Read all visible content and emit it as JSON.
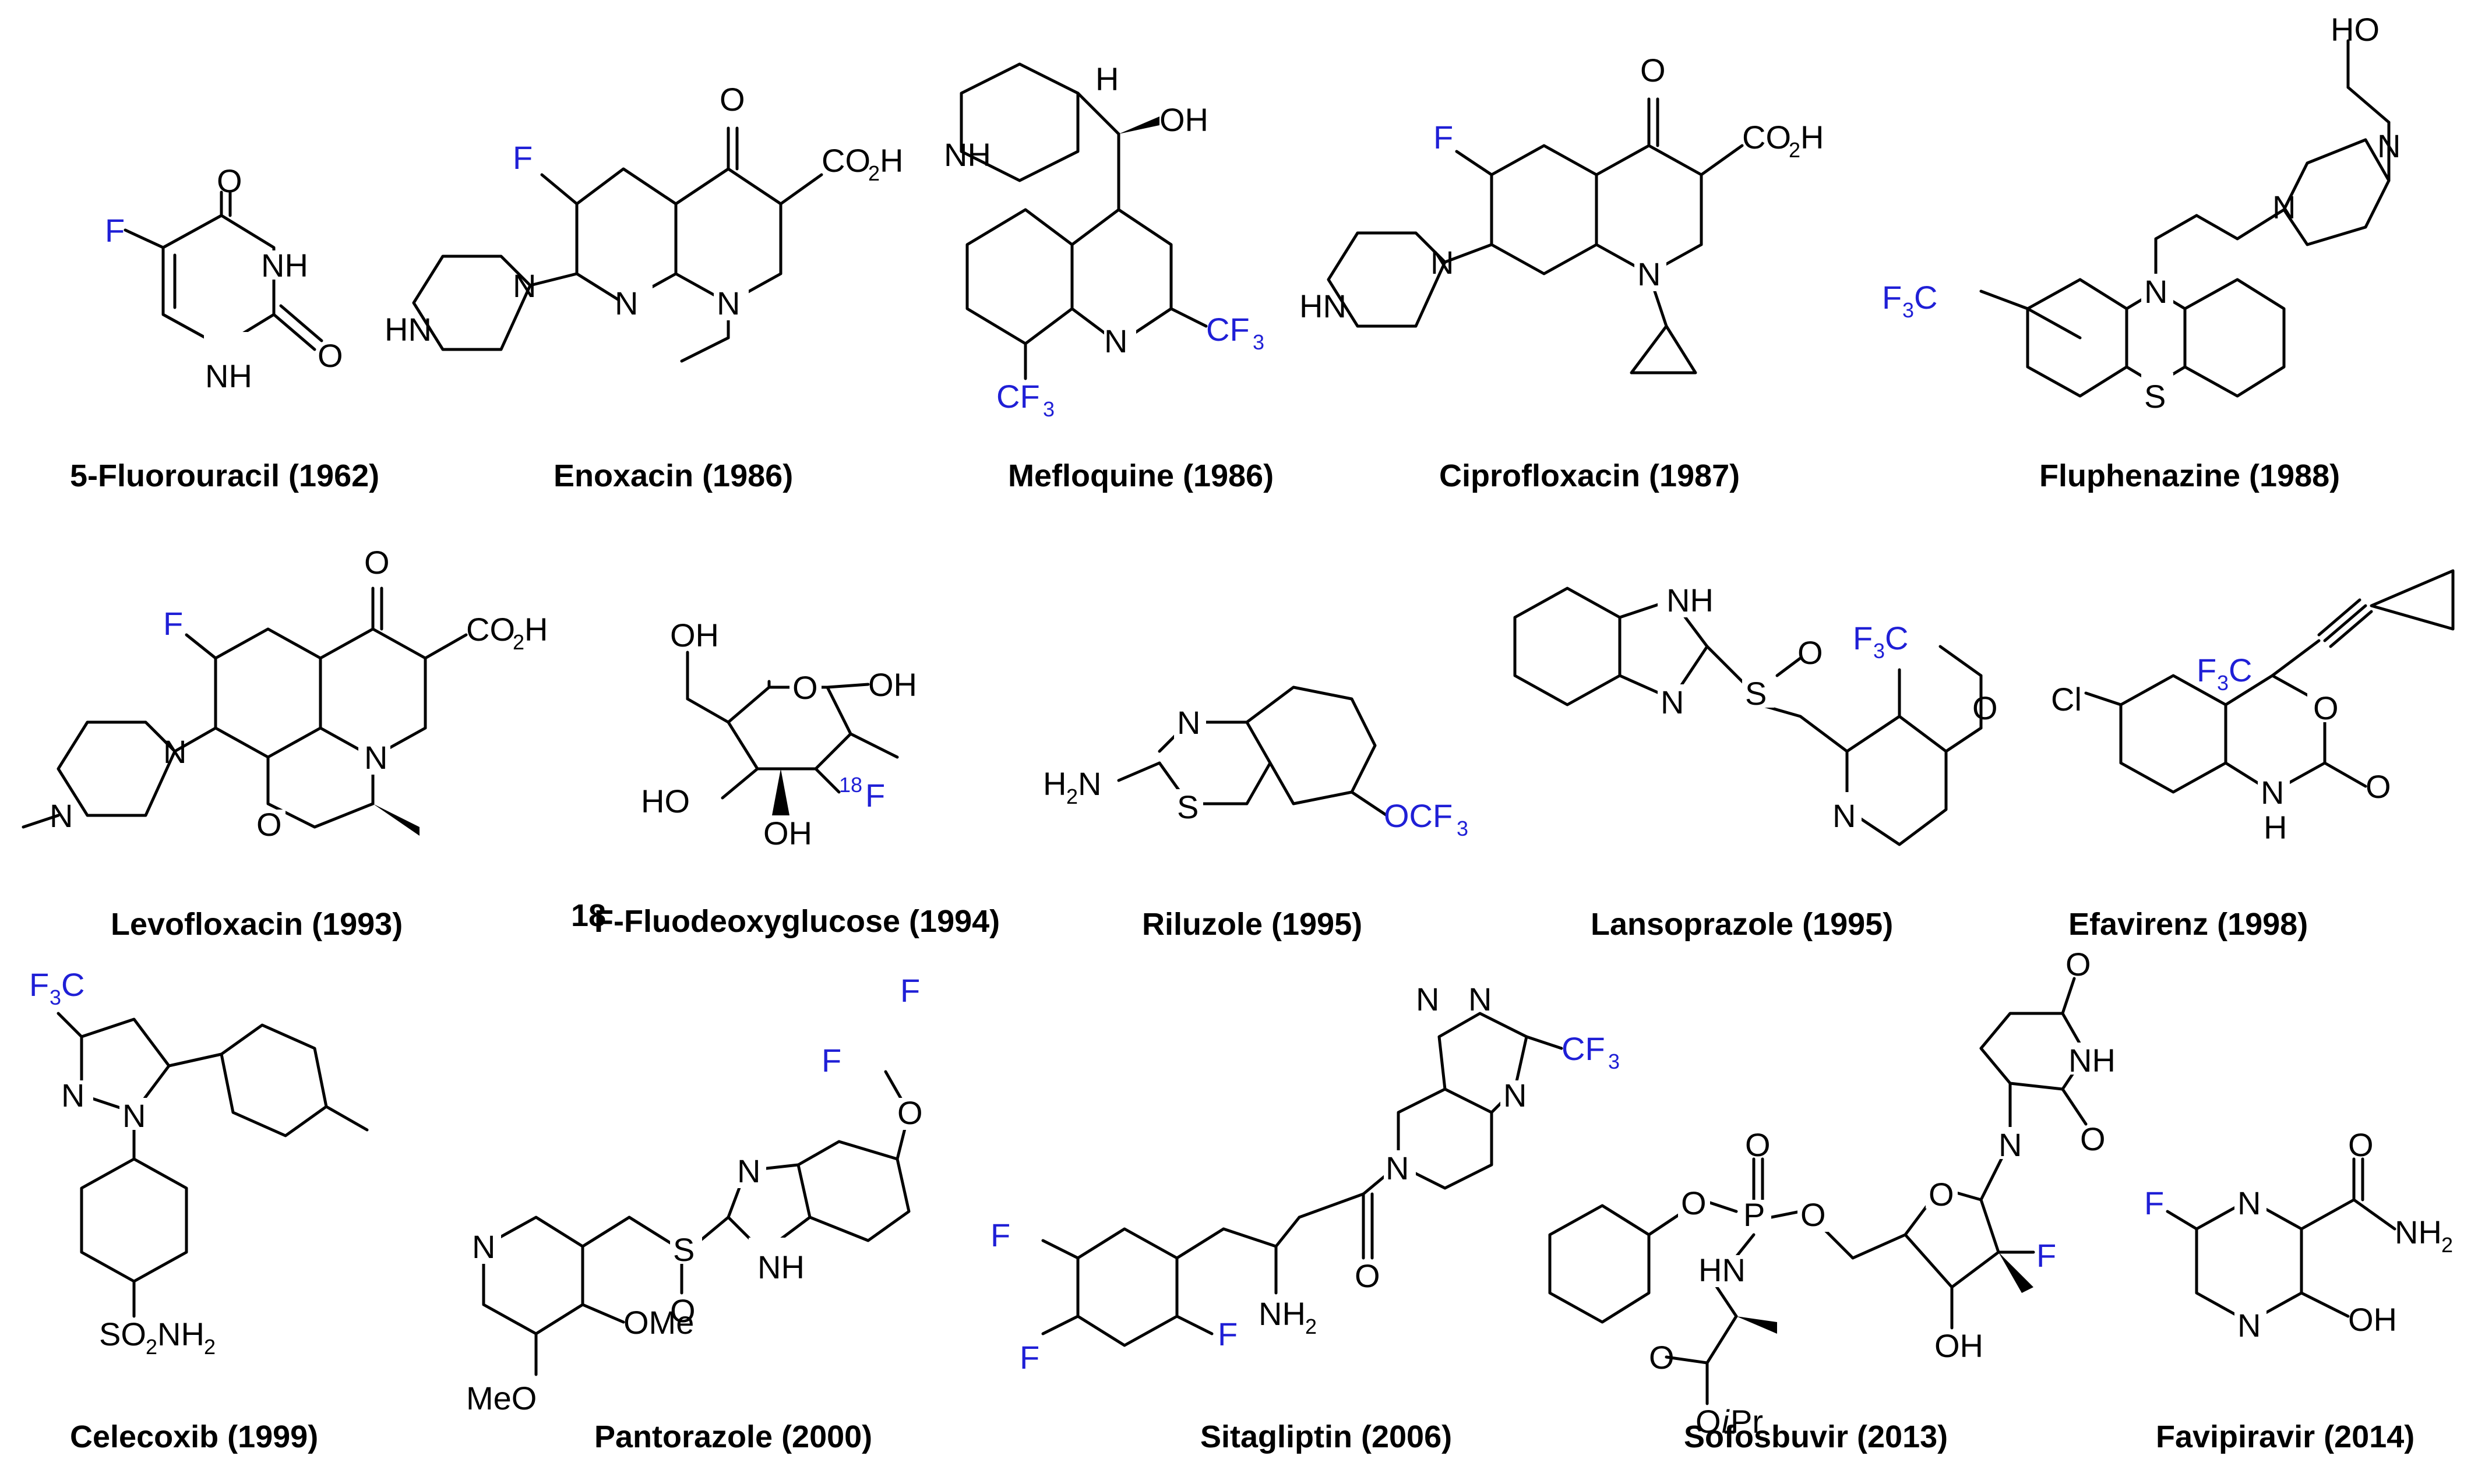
{
  "colors": {
    "bonds": "#000000",
    "fluorine_label": "#1f1fd6",
    "background": "#ffffff"
  },
  "compounds": [
    {
      "id": "fluorouracil",
      "caption": "5-Fluorouracil (1962)"
    },
    {
      "id": "enoxacin",
      "caption": "Enoxacin (1986)"
    },
    {
      "id": "mefloquine",
      "caption": "Mefloquine (1986)"
    },
    {
      "id": "ciprofloxacin",
      "caption": "Ciprofloxacin (1987)"
    },
    {
      "id": "fluphenazine",
      "caption": "Fluphenazine (1988)"
    },
    {
      "id": "levofloxacin",
      "caption": "Levofloxacin (1993)"
    },
    {
      "id": "fdg",
      "caption_sup": "18",
      "caption": "F-Fluodeoxyglucose (1994)"
    },
    {
      "id": "riluzole",
      "caption": "Riluzole (1995)"
    },
    {
      "id": "lansoprazole",
      "caption": "Lansoprazole (1995)"
    },
    {
      "id": "efavirenz",
      "caption": "Efavirenz (1998)"
    },
    {
      "id": "celecoxib",
      "caption": "Celecoxib (1999)"
    },
    {
      "id": "pantoprazole",
      "caption": "Pantorazole (2000)"
    },
    {
      "id": "sitagliptin",
      "caption": "Sitagliptin (2006)"
    },
    {
      "id": "sofosbuvir",
      "caption": "Sofosbuvir (2013)"
    },
    {
      "id": "favipiravir",
      "caption": "Favipiravir (2014)"
    }
  ],
  "atom_labels": {
    "F": "F",
    "O": "O",
    "NH": "NH",
    "N": "N",
    "HN": "HN",
    "H": "H",
    "OH": "OH",
    "HO": "HO",
    "S": "S",
    "Cl": "Cl",
    "CO": "CO",
    "C": "C",
    "sub2": "2",
    "sub3": "3",
    "F18": "F",
    "sup18": "18",
    "H2N": "H",
    "NH2": "NH",
    "CF": "CF",
    "FC": "F",
    "OCF": "OCF",
    "SO": "SO",
    "NH2b": "NH",
    "OMe": "OMe",
    "MeO": "MeO",
    "P": "P",
    "Oi": "O",
    "iPr": "i",
    "Pr": "Pr"
  }
}
